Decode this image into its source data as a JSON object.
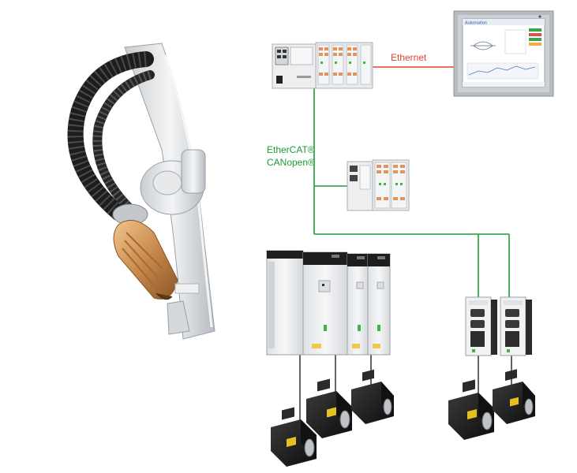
{
  "labels": {
    "ethernet": "Ethernet",
    "fieldbus_line1": "EtherCAT®",
    "fieldbus_line2": "CANopen®"
  },
  "hmi": {
    "header_title": "Automation"
  },
  "colors": {
    "ethernet_line": "#e0442c",
    "fieldbus_line": "#1f9a35",
    "ethernet_text": "#e0442c",
    "fieldbus_text": "#1f9a35",
    "device_body": "#eef0f2",
    "device_dark": "#1e1e1e",
    "io_orange": "#e2935f",
    "led_green": "#45b14a",
    "motor_yellow": "#e4c11f",
    "torch_copper": "#d8a06a"
  },
  "icons": [
    "welding-robot-torch",
    "hmi-panel-pc",
    "main-controller-with-io",
    "remote-io-station",
    "multi-axis-servo-drive",
    "compact-servo-drive",
    "servo-motor"
  ]
}
